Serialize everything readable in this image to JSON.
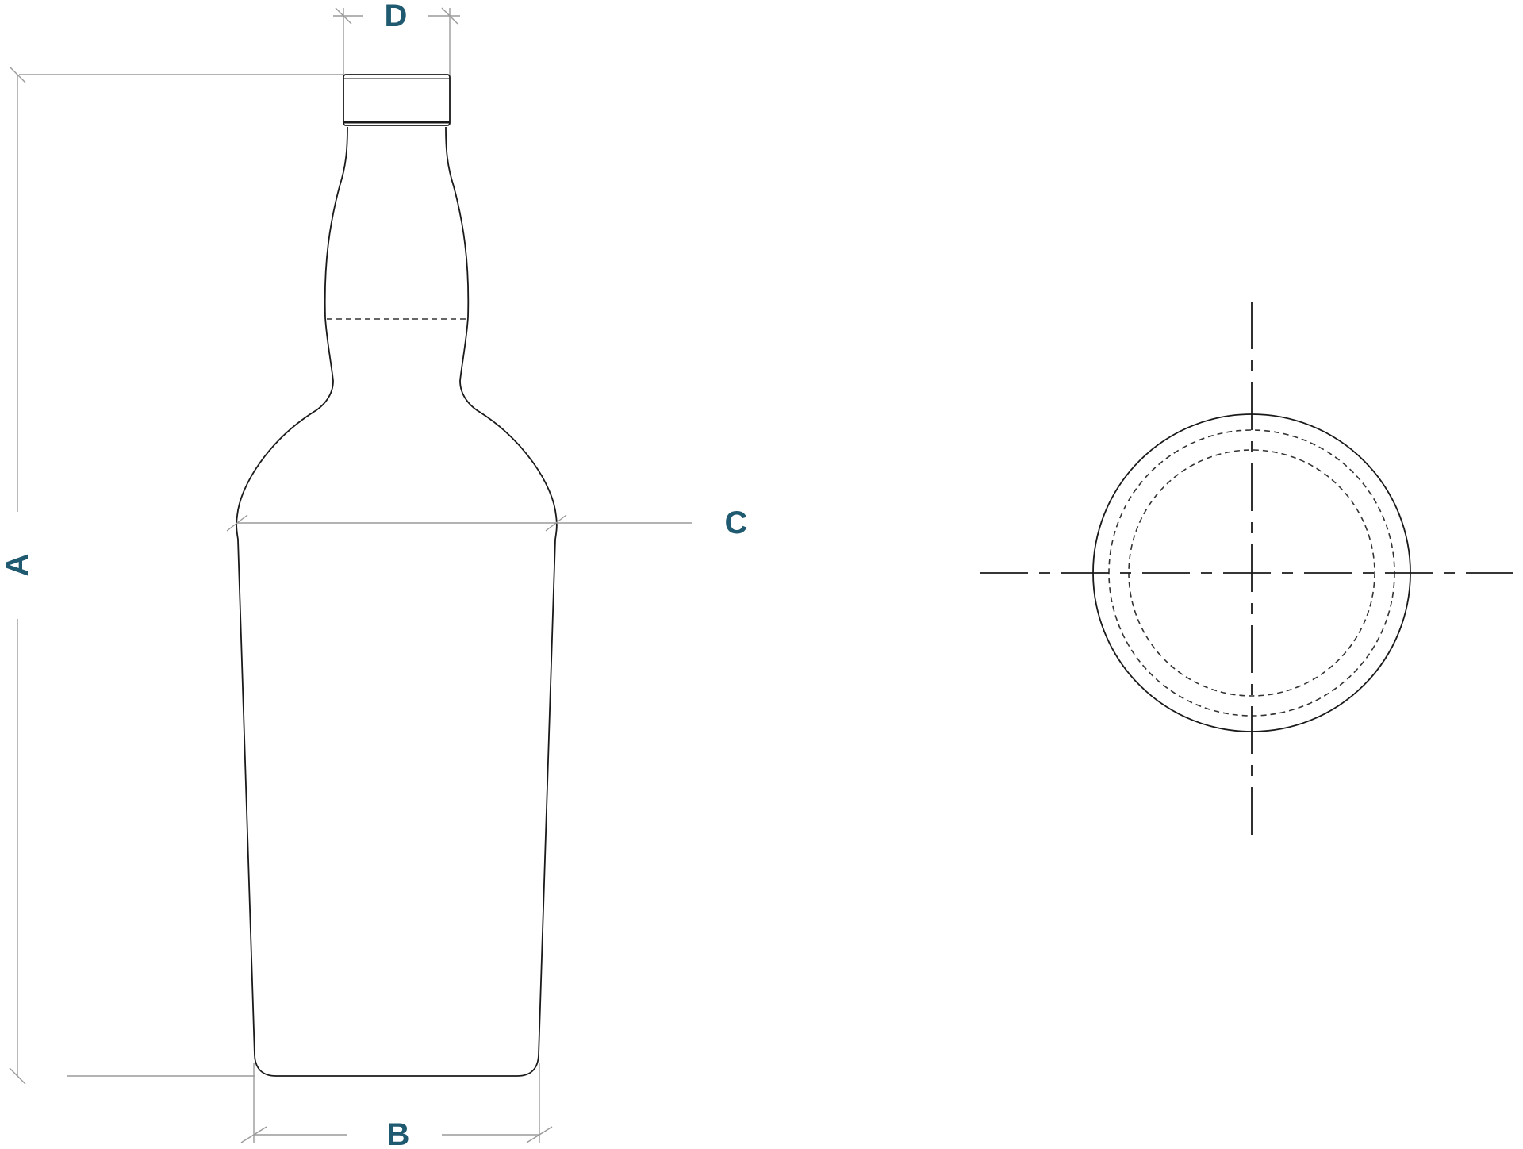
{
  "dimensions": {
    "a": "A",
    "b": "B",
    "c": "C",
    "d": "D"
  },
  "colors": {
    "label": "#1f5a70",
    "outline": "#1a1a1a",
    "dimension_line": "#9a9a9a"
  }
}
